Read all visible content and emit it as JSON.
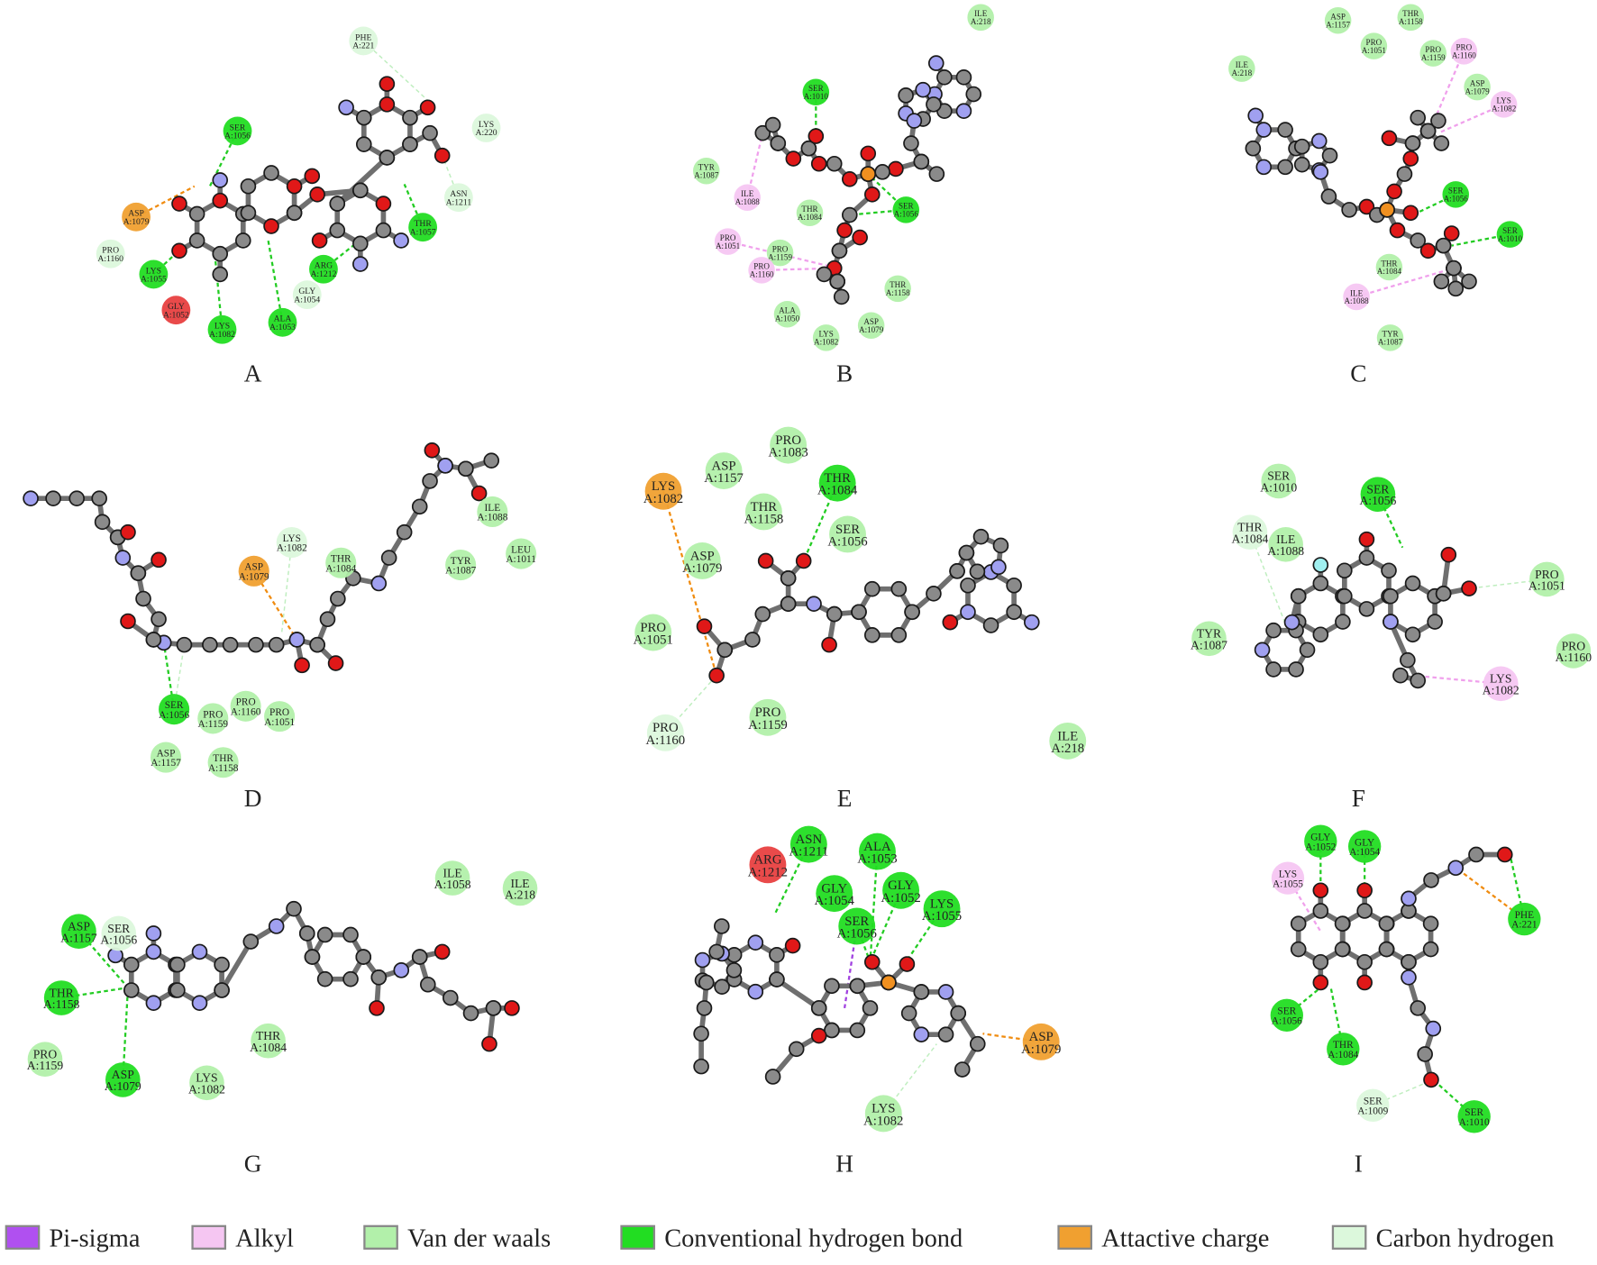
{
  "colors": {
    "hbond": "#22dd22",
    "vdw": "#b2f0aa",
    "ch": "#dcf8dc",
    "alkyl": "#f5c6f2",
    "pisigma": "#b050f0",
    "charge": "#f0a030",
    "unfavorable": "#e84040",
    "carbon": "#8a8a8a",
    "oxygen": "#e01818",
    "nitrogen": "#a0a0f0",
    "phosphorus": "#f09020",
    "fluorine": "#a0f0f0"
  },
  "panels": [
    {
      "label": "A",
      "residues": [
        {
          "name": "PHE",
          "id": "A:221",
          "type": "ch"
        },
        {
          "name": "LYS",
          "id": "A:220",
          "type": "ch"
        },
        {
          "name": "SER",
          "id": "A:1056",
          "type": "hbond"
        },
        {
          "name": "ASN",
          "id": "A:1211",
          "type": "ch"
        },
        {
          "name": "ASP",
          "id": "A:1079",
          "type": "charge"
        },
        {
          "name": "THR",
          "id": "A:1057",
          "type": "hbond"
        },
        {
          "name": "PRO",
          "id": "A:1160",
          "type": "ch"
        },
        {
          "name": "LYS",
          "id": "A:1055",
          "type": "hbond"
        },
        {
          "name": "ARG",
          "id": "A:1212",
          "type": "hbond"
        },
        {
          "name": "GLY",
          "id": "A:1054",
          "type": "ch"
        },
        {
          "name": "GLY",
          "id": "A:1052",
          "type": "unfavorable"
        },
        {
          "name": "LYS",
          "id": "A:1082",
          "type": "hbond"
        },
        {
          "name": "ALA",
          "id": "A:1053",
          "type": "hbond"
        }
      ]
    },
    {
      "label": "B",
      "residues": [
        {
          "name": "ILE",
          "id": "A:218",
          "type": "vdw"
        },
        {
          "name": "SER",
          "id": "A:1010",
          "type": "hbond"
        },
        {
          "name": "TYR",
          "id": "A:1087",
          "type": "vdw"
        },
        {
          "name": "ILE",
          "id": "A:1088",
          "type": "alkyl"
        },
        {
          "name": "THR",
          "id": "A:1084",
          "type": "vdw"
        },
        {
          "name": "SER",
          "id": "A:1056",
          "type": "hbond"
        },
        {
          "name": "PRO",
          "id": "A:1051",
          "type": "alkyl"
        },
        {
          "name": "PRO",
          "id": "A:1159",
          "type": "vdw"
        },
        {
          "name": "PRO",
          "id": "A:1160",
          "type": "alkyl"
        },
        {
          "name": "THR",
          "id": "A:1158",
          "type": "vdw"
        },
        {
          "name": "ALA",
          "id": "A:1050",
          "type": "vdw"
        },
        {
          "name": "ASP",
          "id": "A:1079",
          "type": "vdw"
        },
        {
          "name": "LYS",
          "id": "A:1082",
          "type": "vdw"
        }
      ]
    },
    {
      "label": "C",
      "residues": [
        {
          "name": "ASP",
          "id": "A:1157",
          "type": "vdw"
        },
        {
          "name": "THR",
          "id": "A:1158",
          "type": "vdw"
        },
        {
          "name": "PRO",
          "id": "A:1051",
          "type": "vdw"
        },
        {
          "name": "PRO",
          "id": "A:1159",
          "type": "vdw"
        },
        {
          "name": "PRO",
          "id": "A:1160",
          "type": "alkyl"
        },
        {
          "name": "ILE",
          "id": "A:218",
          "type": "vdw"
        },
        {
          "name": "ASP",
          "id": "A:1079",
          "type": "vdw"
        },
        {
          "name": "LYS",
          "id": "A:1082",
          "type": "alkyl"
        },
        {
          "name": "SER",
          "id": "A:1056",
          "type": "hbond"
        },
        {
          "name": "SER",
          "id": "A:1010",
          "type": "hbond"
        },
        {
          "name": "THR",
          "id": "A:1084",
          "type": "vdw"
        },
        {
          "name": "ILE",
          "id": "A:1088",
          "type": "alkyl"
        },
        {
          "name": "TYR",
          "id": "A:1087",
          "type": "vdw"
        }
      ]
    },
    {
      "label": "D",
      "residues": [
        {
          "name": "ILE",
          "id": "A:1088",
          "type": "vdw"
        },
        {
          "name": "LEU",
          "id": "A:1011",
          "type": "vdw"
        },
        {
          "name": "LYS",
          "id": "A:1082",
          "type": "ch"
        },
        {
          "name": "ASP",
          "id": "A:1079",
          "type": "charge"
        },
        {
          "name": "THR",
          "id": "A:1084",
          "type": "vdw"
        },
        {
          "name": "TYR",
          "id": "A:1087",
          "type": "vdw"
        },
        {
          "name": "SER",
          "id": "A:1056",
          "type": "hbond"
        },
        {
          "name": "PRO",
          "id": "A:1159",
          "type": "vdw"
        },
        {
          "name": "PRO",
          "id": "A:1160",
          "type": "vdw"
        },
        {
          "name": "PRO",
          "id": "A:1051",
          "type": "vdw"
        },
        {
          "name": "ASP",
          "id": "A:1157",
          "type": "vdw"
        },
        {
          "name": "THR",
          "id": "A:1158",
          "type": "vdw"
        }
      ]
    },
    {
      "label": "E",
      "residues": [
        {
          "name": "PRO",
          "id": "A:1083",
          "type": "vdw"
        },
        {
          "name": "ASP",
          "id": "A:1157",
          "type": "vdw"
        },
        {
          "name": "LYS",
          "id": "A:1082",
          "type": "charge"
        },
        {
          "name": "THR",
          "id": "A:1084",
          "type": "hbond"
        },
        {
          "name": "THR",
          "id": "A:1158",
          "type": "vdw"
        },
        {
          "name": "SER",
          "id": "A:1056",
          "type": "vdw"
        },
        {
          "name": "ASP",
          "id": "A:1079",
          "type": "vdw"
        },
        {
          "name": "PRO",
          "id": "A:1051",
          "type": "vdw"
        },
        {
          "name": "PRO",
          "id": "A:1160",
          "type": "ch"
        },
        {
          "name": "PRO",
          "id": "A:1159",
          "type": "vdw"
        },
        {
          "name": "ILE",
          "id": "A:218",
          "type": "vdw"
        }
      ]
    },
    {
      "label": "F",
      "residues": [
        {
          "name": "SER",
          "id": "A:1010",
          "type": "vdw"
        },
        {
          "name": "SER",
          "id": "A:1056",
          "type": "hbond"
        },
        {
          "name": "THR",
          "id": "A:1084",
          "type": "ch"
        },
        {
          "name": "ILE",
          "id": "A:1088",
          "type": "vdw"
        },
        {
          "name": "TYR",
          "id": "A:1087",
          "type": "vdw"
        },
        {
          "name": "PRO",
          "id": "A:1051",
          "type": "vdw"
        },
        {
          "name": "PRO",
          "id": "A:1160",
          "type": "vdw"
        },
        {
          "name": "LYS",
          "id": "A:1082",
          "type": "alkyl"
        }
      ]
    },
    {
      "label": "G",
      "residues": [
        {
          "name": "ILE",
          "id": "A:1058",
          "type": "vdw"
        },
        {
          "name": "ILE",
          "id": "A:218",
          "type": "vdw"
        },
        {
          "name": "ASP",
          "id": "A:1157",
          "type": "hbond"
        },
        {
          "name": "SER",
          "id": "A:1056",
          "type": "ch"
        },
        {
          "name": "THR",
          "id": "A:1158",
          "type": "hbond"
        },
        {
          "name": "THR",
          "id": "A:1084",
          "type": "vdw"
        },
        {
          "name": "PRO",
          "id": "A:1159",
          "type": "vdw"
        },
        {
          "name": "ASP",
          "id": "A:1079",
          "type": "hbond"
        },
        {
          "name": "LYS",
          "id": "A:1082",
          "type": "vdw"
        }
      ]
    },
    {
      "label": "H",
      "residues": [
        {
          "name": "ASN",
          "id": "A:1211",
          "type": "hbond"
        },
        {
          "name": "ARG",
          "id": "A:1212",
          "type": "unfavorable"
        },
        {
          "name": "ALA",
          "id": "A:1053",
          "type": "hbond"
        },
        {
          "name": "GLY",
          "id": "A:1054",
          "type": "hbond"
        },
        {
          "name": "GLY",
          "id": "A:1052",
          "type": "hbond"
        },
        {
          "name": "LYS",
          "id": "A:1055",
          "type": "hbond"
        },
        {
          "name": "SER",
          "id": "A:1056",
          "type": "hbond"
        },
        {
          "name": "ASP",
          "id": "A:1079",
          "type": "charge"
        },
        {
          "name": "LYS",
          "id": "A:1082",
          "type": "vdw"
        }
      ]
    },
    {
      "label": "I",
      "residues": [
        {
          "name": "GLY",
          "id": "A:1052",
          "type": "hbond"
        },
        {
          "name": "GLY",
          "id": "A:1054",
          "type": "hbond"
        },
        {
          "name": "LYS",
          "id": "A:1055",
          "type": "alkyl"
        },
        {
          "name": "PHE",
          "id": "A:221",
          "type": "hbond"
        },
        {
          "name": "SER",
          "id": "A:1056",
          "type": "hbond"
        },
        {
          "name": "THR",
          "id": "A:1084",
          "type": "hbond"
        },
        {
          "name": "SER",
          "id": "A:1009",
          "type": "ch"
        },
        {
          "name": "SER",
          "id": "A:1010",
          "type": "hbond"
        }
      ]
    }
  ],
  "legend": [
    {
      "label": "Pi-sigma",
      "type": "pisigma"
    },
    {
      "label": "Alkyl",
      "type": "alkyl"
    },
    {
      "label": "Van der waals",
      "type": "vdw"
    },
    {
      "label": "Conventional hydrogen bond",
      "type": "hbond"
    },
    {
      "label": "Attactive charge",
      "type": "charge"
    },
    {
      "label": "Carbon hydrogen",
      "type": "ch"
    }
  ]
}
